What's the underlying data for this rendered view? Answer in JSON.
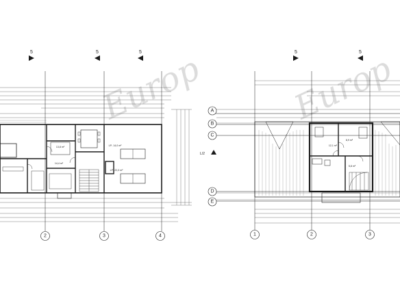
{
  "section_marker": "5",
  "section_markers_left": [
    "5",
    "5",
    "5"
  ],
  "section_markers_right": [
    "5",
    "5"
  ],
  "grid_axes_left": [
    "2",
    "3",
    "4"
  ],
  "grid_axes_right": [
    "1",
    "2",
    "3"
  ],
  "grid_rows": [
    "A",
    "B",
    "C",
    "D",
    "E"
  ],
  "level_mark": "L/2",
  "rooms_left": [
    "14,4 m²",
    "13,8 m²",
    "LP- 14,0 m²",
    "LP- 22,0 m²"
  ],
  "rooms_right": [
    "12,1 m²",
    "8,9 m²",
    "5,8 m²"
  ],
  "watermark": "Europ",
  "colors": {
    "line": "#1a1a1a",
    "light": "#9a9a9a",
    "watermark": "#d9d9d9"
  }
}
